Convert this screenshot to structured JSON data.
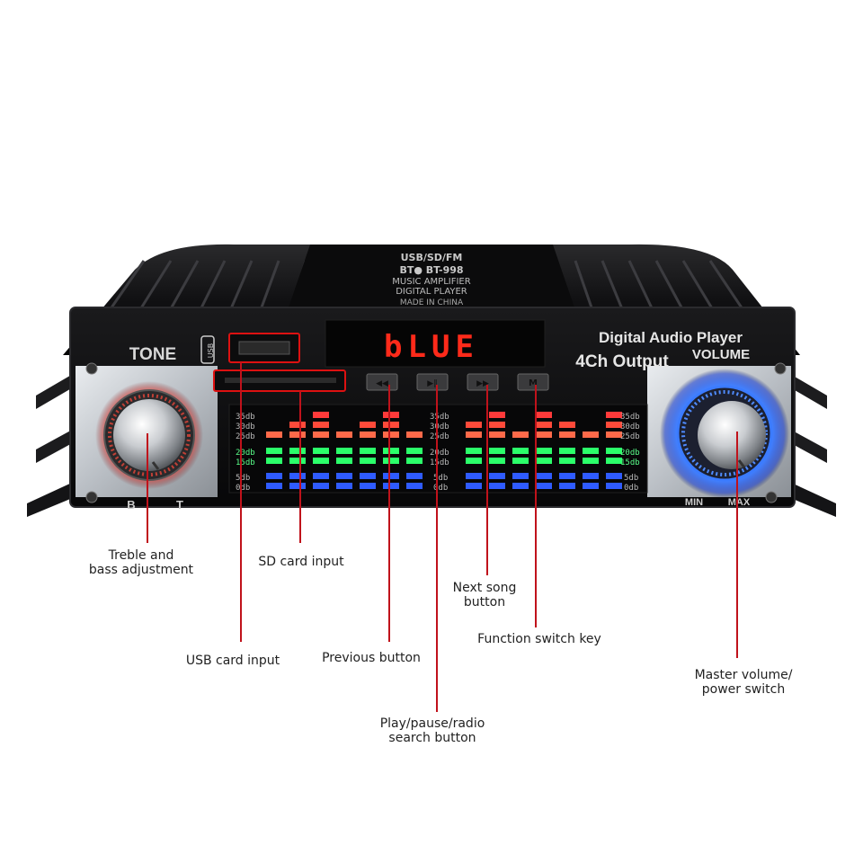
{
  "device": {
    "top_label_lines": [
      "USB/SD/FM",
      "BT● BT-998",
      "MUSIC AMPLIFIER",
      "DIGITAL PLAYER",
      "MADE IN CHINA"
    ],
    "display_text": "bLUE",
    "title_line1": "Digital Audio Player",
    "title_line2": "4Ch Output",
    "tone_label": "TONE",
    "usb_label": "USB",
    "volume_label": "VOLUME",
    "bass_label": "B",
    "treble_label": "T",
    "min_label": "MIN",
    "max_label": "MAX",
    "db_labels": {
      "left": [
        "35db",
        "30db",
        "25db",
        "20db",
        "15db",
        "5db",
        "0db"
      ],
      "center": [
        "35db",
        "30db",
        "25db",
        "20db",
        "15db",
        "5db",
        "0db"
      ],
      "right": [
        "35db",
        "30db",
        "25db",
        "20db",
        "15db",
        "5db",
        "0db"
      ]
    },
    "buttons": [
      {
        "glyph": "◀◀",
        "function": "previous"
      },
      {
        "glyph": "▶‖",
        "function": "play-pause"
      },
      {
        "glyph": "▶▶",
        "function": "next"
      },
      {
        "glyph": "M",
        "function": "mode"
      }
    ],
    "colors": {
      "callout_line": "#c0121b",
      "display_red": "#ff2a1a",
      "volume_glow": "#2f6bff",
      "tone_glow": "#ff2b2b"
    }
  },
  "callouts": {
    "treble_bass": "Treble and\nbass adjustment",
    "sd_card": "SD card input",
    "usb_card": "USB card input",
    "previous": "Previous button",
    "play_pause": "Play/pause/radio\nsearch button",
    "next_song": "Next song\nbutton",
    "function_key": "Function switch key",
    "master_volume": "Master volume/\npower switch"
  }
}
